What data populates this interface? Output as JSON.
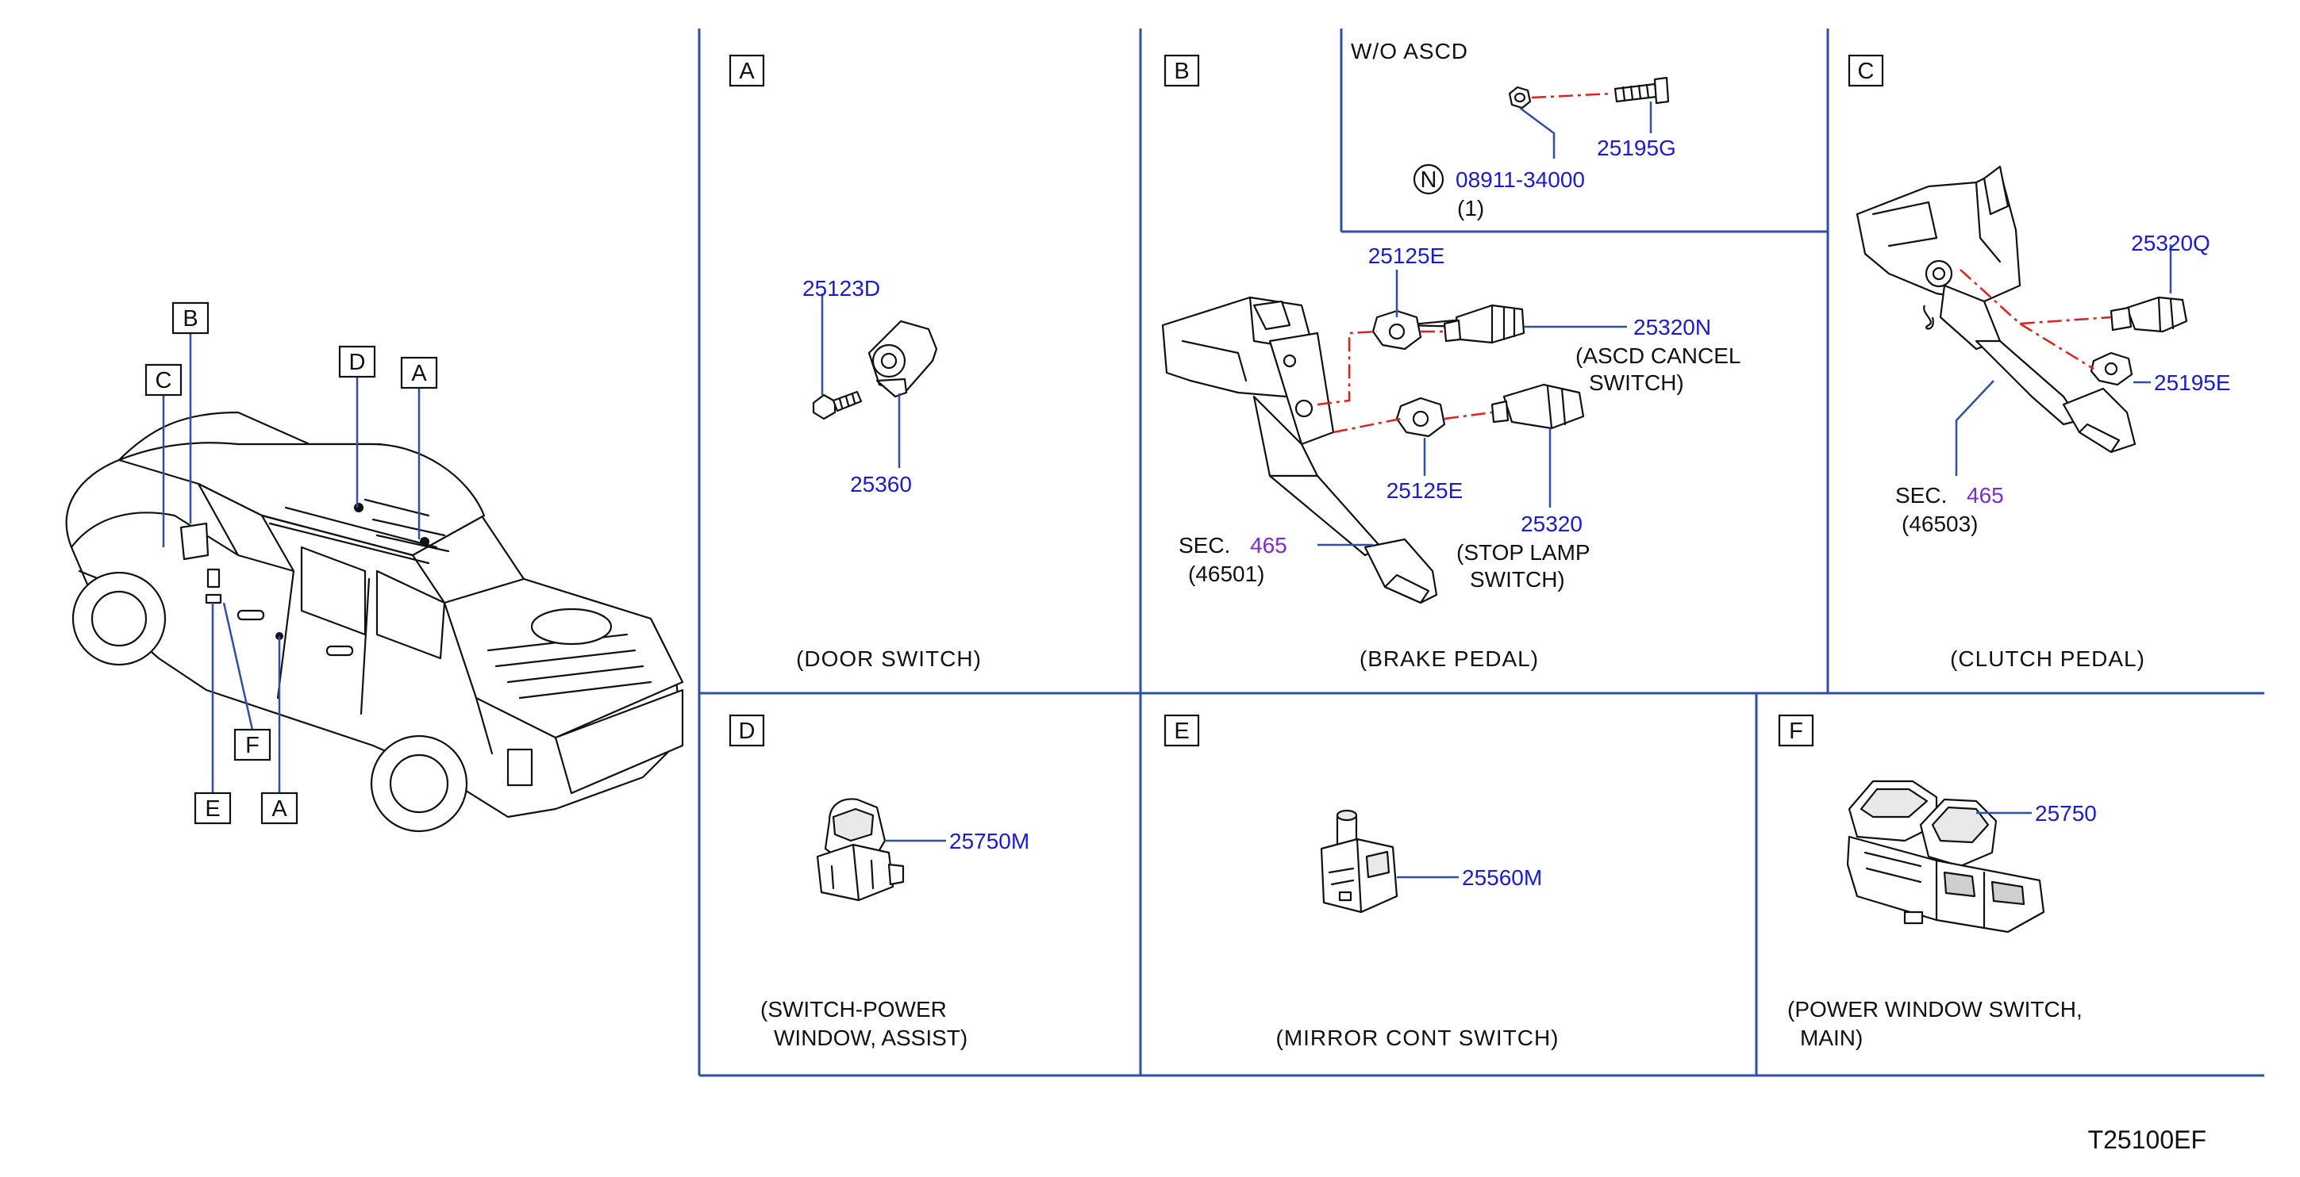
{
  "diagram_id": "T25100EF",
  "overview": {
    "callouts": [
      "B",
      "C",
      "D",
      "A",
      "F",
      "E",
      "A"
    ]
  },
  "panels": {
    "A": {
      "label": "A",
      "caption": "(DOOR   SWITCH)",
      "parts": [
        "25123D",
        "25360"
      ]
    },
    "B": {
      "label": "B",
      "caption": "(BRAKE   PEDAL)",
      "inset_title": "W/O   ASCD",
      "inset_parts": [
        "25195G",
        "08911-34000"
      ],
      "inset_qty": "(1)",
      "nut_symbol": "N",
      "parts": [
        "25125E",
        "25320N",
        "25125E",
        "25320"
      ],
      "switch_notes": {
        "ascd_1": "(ASCD   CANCEL",
        "ascd_2": "SWITCH)",
        "stop_1": "(STOP   LAMP",
        "stop_2": "SWITCH)"
      },
      "sec_prefix": "SEC.",
      "sec_ref": "465",
      "sec_sub": "(46501)"
    },
    "C": {
      "label": "C",
      "caption": "(CLUTCH   PEDAL)",
      "parts": [
        "25320Q",
        "25195E"
      ],
      "sec_prefix": "SEC.",
      "sec_ref": "465",
      "sec_sub": "(46503)"
    },
    "D": {
      "label": "D",
      "caption_1": "(SWITCH-POWER",
      "caption_2": "WINDOW,   ASSIST)",
      "parts": [
        "25750M"
      ]
    },
    "E": {
      "label": "E",
      "caption": "(MIRROR   CONT   SWITCH)",
      "parts": [
        "25560M"
      ]
    },
    "F": {
      "label": "F",
      "caption_1": "(POWER   WINDOW   SWITCH,",
      "caption_2": "MAIN)",
      "parts": [
        "25750"
      ]
    }
  },
  "colors": {
    "grid": "#2f4fa8",
    "part_number": "#1a1ad8",
    "section_ref": "#7a2ad8",
    "leader_dash": "#e0201c"
  }
}
